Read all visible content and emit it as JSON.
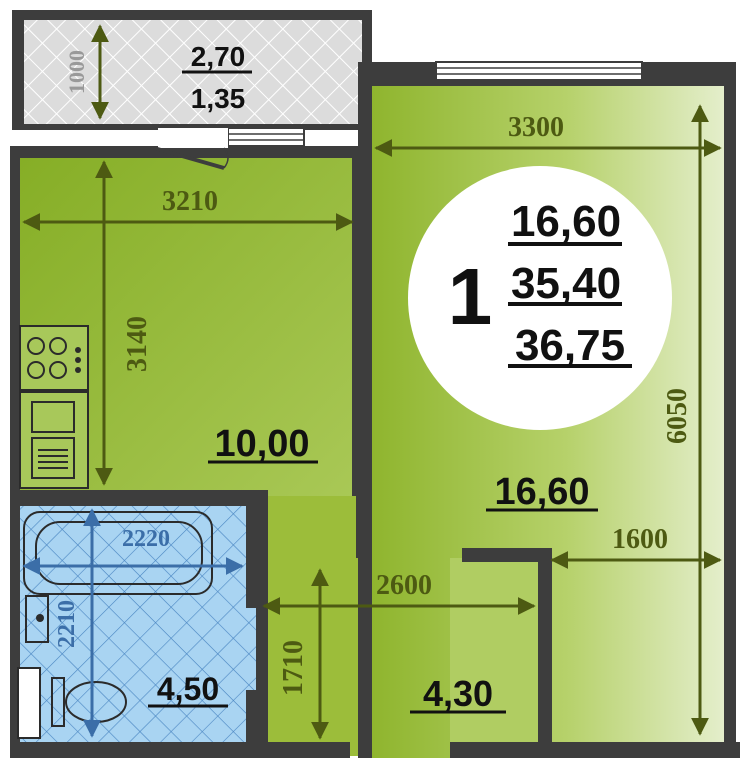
{
  "summary": {
    "rooms_count": "1",
    "living_area": "16,60",
    "total_area": "35,40",
    "total_area_with_balcony": "36,75"
  },
  "balcony": {
    "area": "2,70",
    "reduced_area": "1,35",
    "depth_mm": "1000"
  },
  "kitchen": {
    "area": "10,00",
    "width_mm": "3210",
    "length_mm": "3140"
  },
  "living_room": {
    "area": "16,60",
    "width_mm": "3300",
    "length_mm": "6050",
    "partial_width_mm": "1600"
  },
  "bathroom": {
    "area": "4,50",
    "width_mm": "2220",
    "length_mm": "2210"
  },
  "hallway": {
    "area": "4,30",
    "width_mm": "2600",
    "length_mm": "1710"
  },
  "colors": {
    "wall": "#3d3d3d",
    "room_green": "#9dc03a",
    "room_light": "#e2ecc8",
    "bath_blue": "#a9d4f2",
    "balcony_grey": "#d8d8d8",
    "dimension": "#4d5a12"
  }
}
